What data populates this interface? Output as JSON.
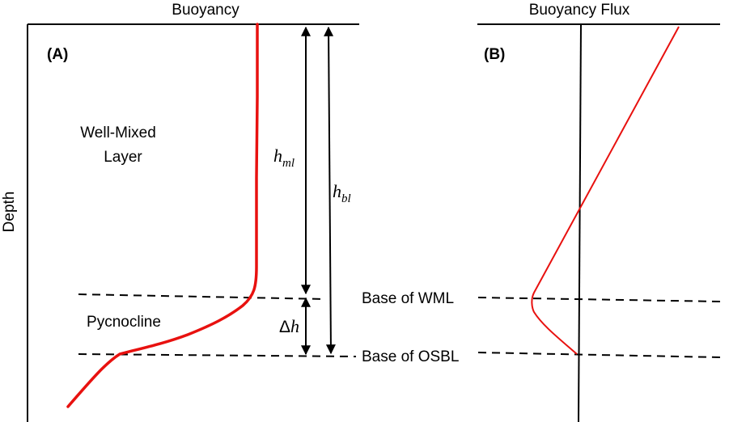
{
  "panel_a": {
    "label": "(A)",
    "top_axis_label": "Buoyancy",
    "side_axis_label": "Depth",
    "region_top_line1": "Well-Mixed",
    "region_top_line2": "Layer",
    "region_bottom": "Pycnocline",
    "h_ml_main": "h",
    "h_ml_sub": "ml",
    "h_bl_main": "h",
    "h_bl_sub": "bl",
    "delta_h_symbol": "Δ",
    "delta_h_main": "h"
  },
  "panel_b": {
    "label": "(B)",
    "top_axis_label": "Buoyancy Flux",
    "base_wml_label": "Base of WML",
    "base_osbl_label": "Base of OSBL"
  },
  "colors": {
    "profile": "#e8110f",
    "axes": "#000000"
  }
}
